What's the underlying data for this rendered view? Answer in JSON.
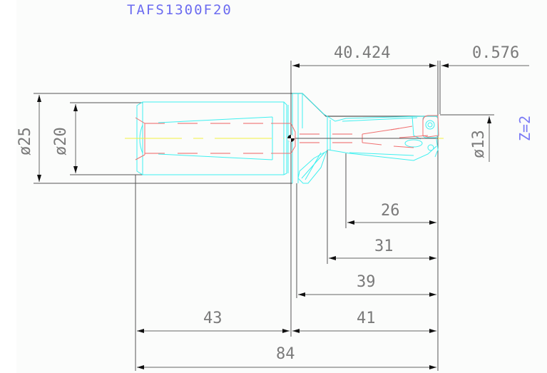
{
  "drawing": {
    "title": "TAFS1300F20",
    "flutes_label": "Z=2",
    "colors": {
      "title": "#6b6bf0",
      "dimension_text": "#7a7a7a",
      "tool_outline": "#3ff0f0",
      "hidden_lines": "#f07070",
      "center_line": "#f0f040",
      "dimension_lines": "#555555"
    }
  },
  "dimensions": {
    "top": [
      {
        "id": "shank_to_tip",
        "label": "40.424"
      },
      {
        "id": "tip_offset",
        "label": "0.576"
      }
    ],
    "diameters": [
      {
        "id": "flange_diameter",
        "label": "ø25"
      },
      {
        "id": "shank_diameter",
        "label": "ø20"
      },
      {
        "id": "cutting_diameter",
        "label": "ø13"
      }
    ],
    "lengths": [
      {
        "id": "flute_length",
        "label": "26"
      },
      {
        "id": "body_length",
        "label": "31"
      },
      {
        "id": "neck_length",
        "label": "39"
      },
      {
        "id": "shank_length",
        "label": "43"
      },
      {
        "id": "head_length",
        "label": "41"
      },
      {
        "id": "overall_length",
        "label": "84"
      }
    ]
  }
}
